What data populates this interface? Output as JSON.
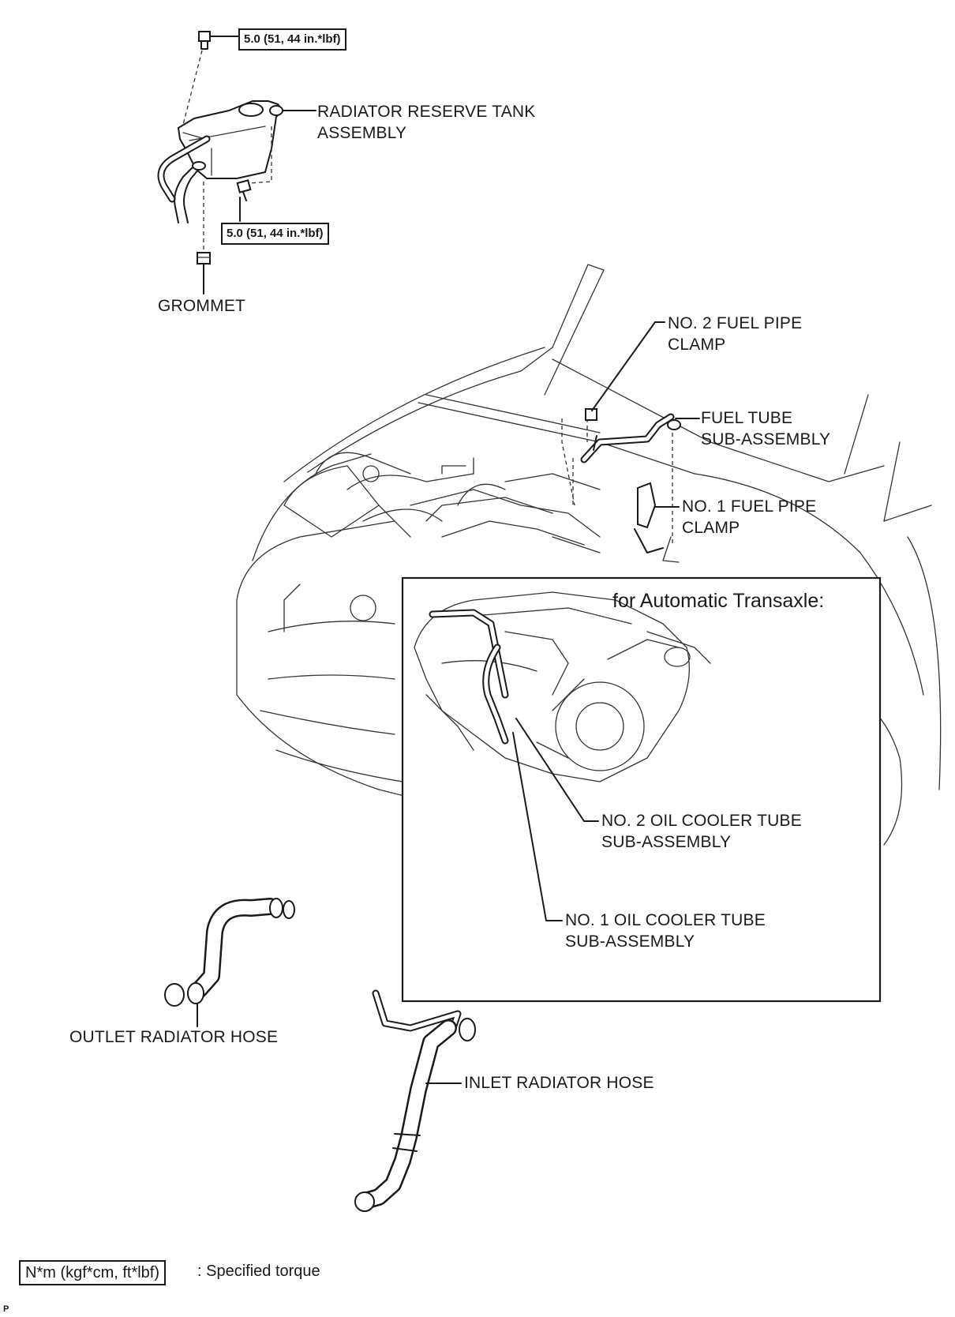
{
  "torque_specs": {
    "upper_bolt": "5.0 (51, 44 in.*lbf)",
    "lower_bolt": "5.0 (51, 44 in.*lbf)"
  },
  "parts": {
    "radiator_reserve_tank": [
      "RADIATOR RESERVE TANK",
      "ASSEMBLY"
    ],
    "grommet": "GROMMET",
    "no2_fuel_pipe_clamp": [
      "NO. 2 FUEL PIPE",
      "CLAMP"
    ],
    "fuel_tube": [
      "FUEL TUBE",
      "SUB-ASSEMBLY"
    ],
    "no1_fuel_pipe_clamp": [
      "NO. 1 FUEL PIPE",
      "CLAMP"
    ],
    "no2_oil_cooler_tube": [
      "NO. 2 OIL COOLER TUBE",
      "SUB-ASSEMBLY"
    ],
    "no1_oil_cooler_tube": [
      "NO. 1 OIL COOLER TUBE",
      "SUB-ASSEMBLY"
    ],
    "outlet_radiator_hose": "OUTLET RADIATOR HOSE",
    "inlet_radiator_hose": "INLET RADIATOR HOSE"
  },
  "inset": {
    "title": "for Automatic Transaxle:"
  },
  "legend": {
    "symbol": "N*m (kgf*cm, ft*lbf)",
    "text": ": Specified torque"
  },
  "figure_code": "P"
}
